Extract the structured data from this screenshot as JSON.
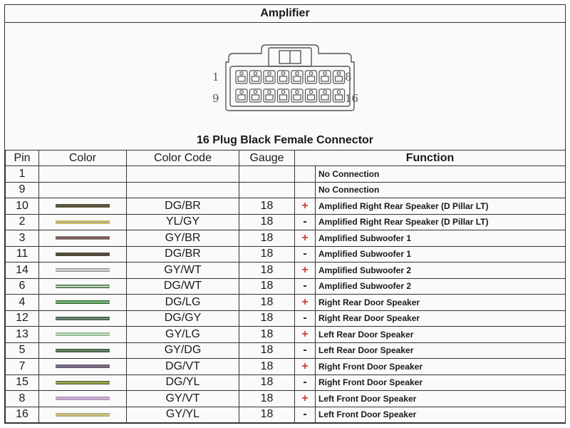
{
  "title": "Amplifier",
  "connector": {
    "title": "16 Plug Black Female Connector",
    "pin_labels": {
      "top_left": "1",
      "top_right": "8",
      "bottom_left": "9",
      "bottom_right": "16"
    }
  },
  "table": {
    "headers": {
      "pin": "Pin",
      "color": "Color",
      "code": "Color Code",
      "gauge": "Gauge",
      "function": "Function"
    },
    "rows": [
      {
        "pin": "1",
        "code": "",
        "gauge": "",
        "sign": "",
        "function": "No Connection",
        "swatch": []
      },
      {
        "pin": "9",
        "code": "",
        "gauge": "",
        "sign": "",
        "function": "No Connection",
        "swatch": []
      },
      {
        "pin": "10",
        "code": "DG/BR",
        "gauge": "18",
        "sign": "+",
        "function": "Amplified Right Rear Speaker (D Pillar LT)",
        "swatch": [
          "#4d5a3c",
          "#6b4f3c",
          "#4d5a3c"
        ]
      },
      {
        "pin": "2",
        "code": "YL/GY",
        "gauge": "18",
        "sign": "-",
        "function": "Amplified Right Rear Speaker (D Pillar LT)",
        "swatch": [
          "#d6c24a",
          "#a9a9a0",
          "#d6c24a"
        ]
      },
      {
        "pin": "3",
        "code": "GY/BR",
        "gauge": "18",
        "sign": "+",
        "function": "Amplified Subwoofer 1",
        "swatch": [
          "#8a7f7f",
          "#7b4a44",
          "#8a7f7f"
        ]
      },
      {
        "pin": "11",
        "code": "DG/BR",
        "gauge": "18",
        "sign": "-",
        "function": "Amplified Subwoofer 1",
        "swatch": [
          "#4a5140",
          "#5e4536",
          "#4a5140"
        ]
      },
      {
        "pin": "14",
        "code": "GY/WT",
        "gauge": "18",
        "sign": "+",
        "function": "Amplified Subwoofer 2",
        "swatch": [
          "#8f8f8f",
          "#e8e8e8",
          "#8f8f8f"
        ]
      },
      {
        "pin": "6",
        "code": "DG/WT",
        "gauge": "18",
        "sign": "-",
        "function": "Amplified Subwoofer 2",
        "swatch": [
          "#3b6b3b",
          "#d8e6d8",
          "#3b6b3b"
        ]
      },
      {
        "pin": "4",
        "code": "DG/LG",
        "gauge": "18",
        "sign": "+",
        "function": "Right Rear Door Speaker",
        "swatch": [
          "#2f6b34",
          "#8fc58a",
          "#2f6b34"
        ]
      },
      {
        "pin": "12",
        "code": "DG/GY",
        "gauge": "18",
        "sign": "-",
        "function": "Right Rear Door Speaker",
        "swatch": [
          "#3d5e44",
          "#7b8a80",
          "#3d5e44"
        ]
      },
      {
        "pin": "13",
        "code": "GY/LG",
        "gauge": "18",
        "sign": "+",
        "function": "Left Rear Door Speaker",
        "swatch": [
          "#8ab68a",
          "#c9e0c7",
          "#8ab68a"
        ]
      },
      {
        "pin": "5",
        "code": "GY/DG",
        "gauge": "18",
        "sign": "-",
        "function": "Left Rear Door Speaker",
        "swatch": [
          "#3b5a3b",
          "#6f8a6f",
          "#3b5a3b"
        ]
      },
      {
        "pin": "7",
        "code": "DG/VT",
        "gauge": "18",
        "sign": "+",
        "function": "Right Front  Door Speaker",
        "swatch": [
          "#5e5e6a",
          "#8a6e8f",
          "#5e5e6a"
        ]
      },
      {
        "pin": "15",
        "code": "DG/YL",
        "gauge": "18",
        "sign": "-",
        "function": "Right Front  Door Speaker",
        "swatch": [
          "#4a6a3a",
          "#b8b84a",
          "#4a6a3a"
        ]
      },
      {
        "pin": "8",
        "code": "GY/VT",
        "gauge": "18",
        "sign": "+",
        "function": "Left Front  Door Speaker",
        "swatch": [
          "#b08ab8",
          "#d3b8d9",
          "#b08ab8"
        ]
      },
      {
        "pin": "16",
        "code": "GY/YL",
        "gauge": "18",
        "sign": "-",
        "function": "Left Front  Door Speaker",
        "swatch": [
          "#a8a67e",
          "#d9c87a",
          "#a8a67e"
        ]
      }
    ]
  },
  "colors": {
    "plus": "#c8403a",
    "minus": "#222222",
    "border": "#333333"
  }
}
